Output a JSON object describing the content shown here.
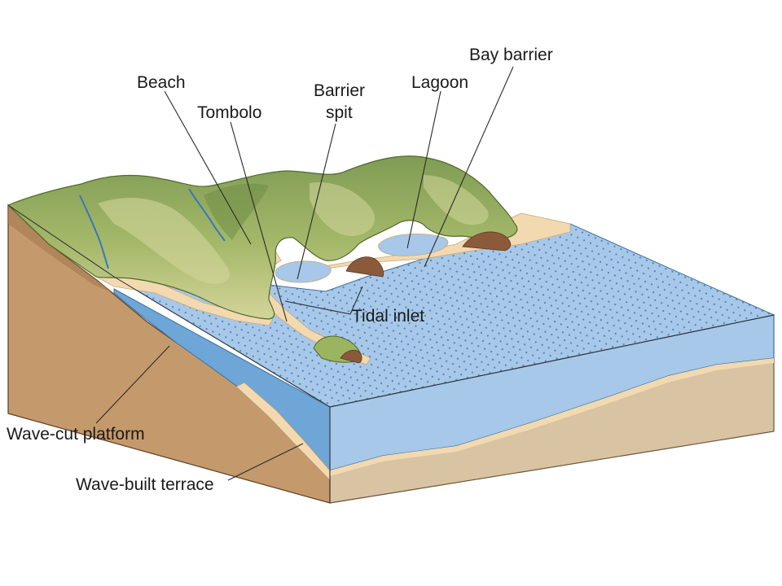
{
  "labels": {
    "beach": "Beach",
    "tombolo": "Tombolo",
    "barrier_spit_line1": "Barrier",
    "barrier_spit_line2": "spit",
    "lagoon": "Lagoon",
    "bay_barrier": "Bay barrier",
    "tidal_inlet": "Tidal inlet",
    "wave_cut_platform": "Wave-cut platform",
    "wave_built_terrace": "Wave-built terrace"
  },
  "colors": {
    "bedrock": "#c49a6c",
    "bedrock_dark": "#a57a4f",
    "sediment": "#d8c3a2",
    "water": "#a7c8e8",
    "water_deep": "#6fa6d8",
    "sand": "#f2d9b0",
    "hill_light": "#b9c77b",
    "hill_dark": "#7f9c54",
    "cliff": "#8a5a3a",
    "river": "#3a78b8",
    "dots": "#2f6aa8"
  }
}
